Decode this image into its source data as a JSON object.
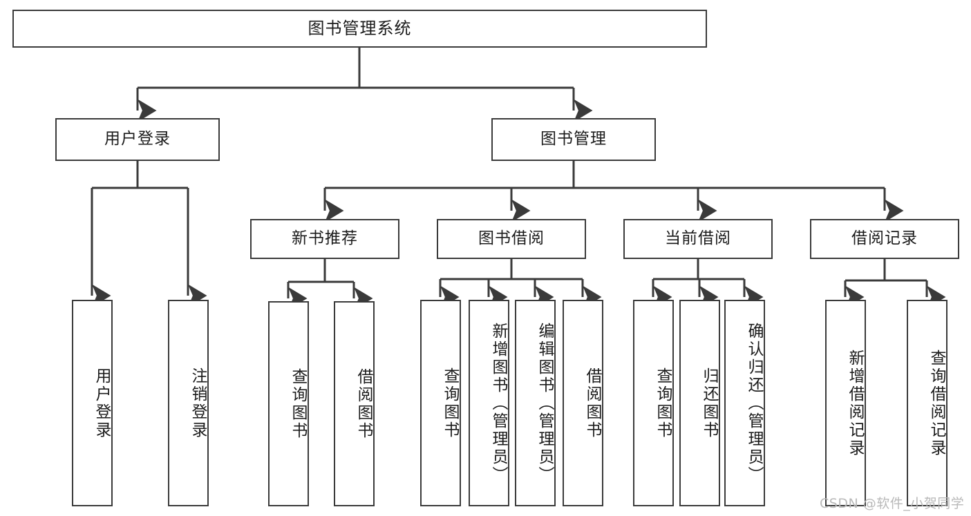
{
  "diagram": {
    "type": "tree-hierarchy-chart",
    "title": "图书管理系统",
    "watermark": "CSDN @软件_小贺同学",
    "colors": {
      "stroke": "#3a3a3a",
      "fill": "#ffffff",
      "text": "#1b1b1b",
      "watermark": "#b9b9b9"
    },
    "root": {
      "label": "图书管理系统"
    },
    "level2": [
      {
        "label": "用户登录"
      },
      {
        "label": "图书管理"
      }
    ],
    "level3": [
      {
        "label": "新书推荐"
      },
      {
        "label": "图书借阅"
      },
      {
        "label": "当前借阅"
      },
      {
        "label": "借阅记录"
      }
    ],
    "leaves": {
      "user_login": [
        {
          "label": "用户登录"
        },
        {
          "label": "注销登录"
        }
      ],
      "new_book_recommend": [
        {
          "label": "查询图书"
        },
        {
          "label": "借阅图书"
        }
      ],
      "book_borrow": [
        {
          "label": "查询图书"
        },
        {
          "label": "新增图书（管理员）"
        },
        {
          "label": "编辑图书（管理员）"
        },
        {
          "label": "借阅图书"
        }
      ],
      "current_borrow": [
        {
          "label": "查询图书"
        },
        {
          "label": "归还图书"
        },
        {
          "label": "确认归还（管理员）"
        }
      ],
      "borrow_record": [
        {
          "label": "新增借阅记录"
        },
        {
          "label": "查询借阅记录"
        }
      ]
    }
  }
}
